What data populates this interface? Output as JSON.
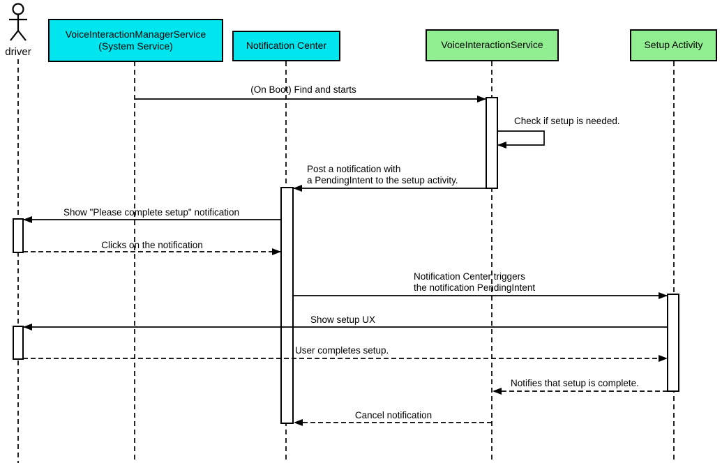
{
  "diagram": {
    "type": "uml-sequence-diagram",
    "colors": {
      "system_participant_fill": "#00E5EE",
      "service_participant_fill": "#90EE90",
      "line": "#000000",
      "background": "#FFFFFF"
    },
    "actor": {
      "label": "driver"
    },
    "participants": [
      {
        "id": "voice-interaction-manager-service",
        "label": "VoiceInteractionManagerService\n(System Service)",
        "fill": "#00E5EE"
      },
      {
        "id": "notification-center",
        "label": "Notification Center",
        "fill": "#00E5EE"
      },
      {
        "id": "voice-interaction-service",
        "label": "VoiceInteractionService",
        "fill": "#90EE90"
      },
      {
        "id": "setup-activity",
        "label": "Setup Activity",
        "fill": "#90EE90"
      }
    ],
    "messages": [
      {
        "text": "(On Boot) Find and starts",
        "from": "VoiceInteractionManagerService (System Service)",
        "to": "VoiceInteractionService",
        "line": "solid"
      },
      {
        "text": "Check if setup is needed.",
        "from": "VoiceInteractionService",
        "to": "VoiceInteractionService",
        "line": "solid-self"
      },
      {
        "text": "Post a notification with\na PendingIntent to the setup activity.",
        "from": "VoiceInteractionService",
        "to": "Notification Center",
        "line": "solid"
      },
      {
        "text": "Show \"Please complete setup\" notification",
        "from": "Notification Center",
        "to": "driver",
        "line": "solid"
      },
      {
        "text": "Clicks on the notification",
        "from": "driver",
        "to": "Notification Center",
        "line": "dashed"
      },
      {
        "text": "Notification Center triggers\nthe notification PendingIntent",
        "from": "Notification Center",
        "to": "Setup Activity",
        "line": "solid"
      },
      {
        "text": "Show setup UX",
        "from": "Setup Activity",
        "to": "driver",
        "line": "solid"
      },
      {
        "text": "User completes setup.",
        "from": "driver",
        "to": "Setup Activity",
        "line": "dashed"
      },
      {
        "text": "Notifies that setup is complete.",
        "from": "Setup Activity",
        "to": "VoiceInteractionService",
        "line": "dashed"
      },
      {
        "text": "Cancel notification",
        "from": "VoiceInteractionService",
        "to": "Notification Center",
        "line": "dashed"
      }
    ]
  }
}
